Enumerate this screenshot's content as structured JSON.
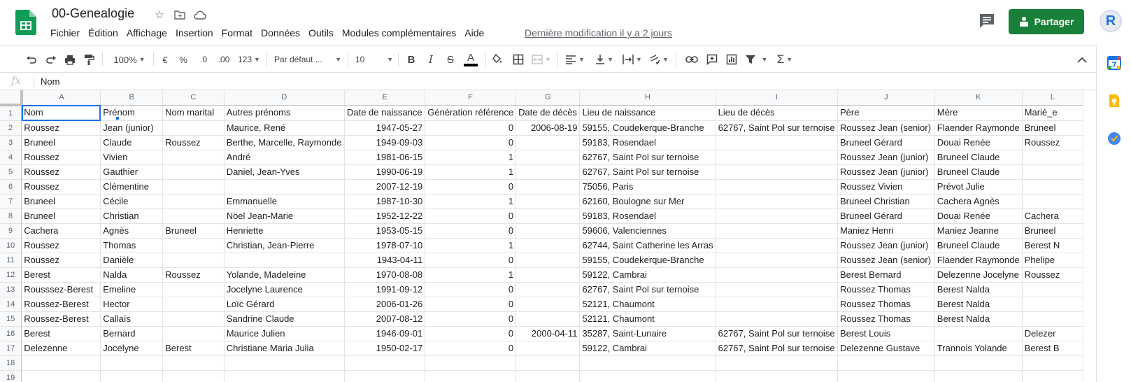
{
  "doc": {
    "title": "00-Genealogie"
  },
  "menu": [
    "Fichier",
    "Édition",
    "Affichage",
    "Insertion",
    "Format",
    "Données",
    "Outils",
    "Modules complémentaires",
    "Aide"
  ],
  "last_edit": "Dernière modification il y a 2 jours",
  "share_label": "Partager",
  "avatar_letter": "R",
  "toolbar": {
    "zoom": "100%",
    "currency": "€",
    "percent": "%",
    "dec_less": ".0",
    "dec_more": ".00",
    "format_more": "123",
    "font": "Par défaut ...",
    "font_size": "10",
    "bold": "B",
    "italic": "I",
    "strike": "S",
    "text_color": "A",
    "sigma": "Σ"
  },
  "formula": {
    "fx": "fx",
    "value": "Nom"
  },
  "colors": {
    "accent": "#1a73e8",
    "share": "#188038",
    "sheets_green": "#0f9d58"
  },
  "grid": {
    "columns": [
      "A",
      "B",
      "C",
      "D",
      "E",
      "F",
      "G",
      "H",
      "I",
      "J",
      "K",
      "L"
    ],
    "rows": [
      [
        "Nom",
        "Prénom",
        "Nom marital",
        "Autres prénoms",
        "Date de naissance",
        "Génération référence",
        "Date de décès",
        "Lieu de naissance",
        "Lieu de décès",
        "Père",
        "Mère",
        "Marié_e"
      ],
      [
        "Roussez",
        "Jean (junior)",
        "",
        "Maurice, René",
        "1947-05-27",
        "0",
        "2006-08-19",
        "59155, Coudekerque-Branche",
        "62767, Saint Pol sur ternoise",
        "Roussez Jean (senior)",
        "Flaender Raymonde",
        "Bruneel"
      ],
      [
        "Bruneel",
        "Claude",
        "Roussez",
        "Berthe, Marcelle, Raymonde",
        "1949-09-03",
        "0",
        "",
        "59183, Rosendael",
        "",
        "Bruneel Gérard",
        "Douai Renée",
        "Roussez"
      ],
      [
        "Roussez",
        "Vivien",
        "",
        "André",
        "1981-06-15",
        "1",
        "",
        "62767, Saint Pol sur ternoise",
        "",
        "Roussez Jean (junior)",
        "Bruneel Claude",
        ""
      ],
      [
        "Roussez",
        "Gauthier",
        "",
        "Daniel, Jean-Yves",
        "1990-06-19",
        "1",
        "",
        "62767, Saint Pol sur ternoise",
        "",
        "Roussez Jean (junior)",
        "Bruneel Claude",
        ""
      ],
      [
        "Roussez",
        "Clémentine",
        "",
        "",
        "2007-12-19",
        "0",
        "",
        "75056, Paris",
        "",
        "Roussez Vivien",
        "Prévot Julie",
        ""
      ],
      [
        "Bruneel",
        "Cécile",
        "",
        "Emmanuelle",
        "1987-10-30",
        "1",
        "",
        "62160, Boulogne sur Mer",
        "",
        "Bruneel Christian",
        "Cachera Agnès",
        ""
      ],
      [
        "Bruneel",
        "Christian",
        "",
        "Nöel Jean-Marie",
        "1952-12-22",
        "0",
        "",
        "59183, Rosendael",
        "",
        "Bruneel Gérard",
        "Douai Renée",
        "Cachera"
      ],
      [
        "Cachera",
        "Agnès",
        "Bruneel",
        "Henriette",
        "1953-05-15",
        "0",
        "",
        "59606, Valenciennes",
        "",
        "Maniez Henri",
        "Maniez Jeanne",
        "Bruneel"
      ],
      [
        "Roussez",
        "Thomas",
        "",
        "Christian, Jean-Pierre",
        "1978-07-10",
        "1",
        "",
        "62744, Saint Catherine les Arras",
        "",
        "Roussez Jean (junior)",
        "Bruneel Claude",
        "Berest N"
      ],
      [
        "Roussez",
        "Danièle",
        "",
        "",
        "1943-04-11",
        "0",
        "",
        "59155, Coudekerque-Branche",
        "",
        "Roussez Jean (senior)",
        "Flaender Raymonde",
        "Phelipe"
      ],
      [
        "Berest",
        "Nalda",
        "Roussez",
        "Yolande, Madeleine",
        "1970-08-08",
        "1",
        "",
        "59122, Cambrai",
        "",
        "Berest Bernard",
        "Delezenne Jocelyne",
        "Roussez"
      ],
      [
        "Rousssez-Berest",
        "Emeline",
        "",
        "Jocelyne Laurence",
        "1991-09-12",
        "0",
        "",
        "62767, Saint Pol sur ternoise",
        "",
        "Roussez Thomas",
        "Berest Nalda",
        ""
      ],
      [
        "Roussez-Berest",
        "Hector",
        "",
        "Loïc Gérard",
        "2006-01-26",
        "0",
        "",
        "52121, Chaumont",
        "",
        "Roussez Thomas",
        "Berest Nalda",
        ""
      ],
      [
        "Roussez-Berest",
        "Callaïs",
        "",
        "Sandrine Claude",
        "2007-08-12",
        "0",
        "",
        "52121, Chaumont",
        "",
        "Roussez Thomas",
        "Berest Nalda",
        ""
      ],
      [
        "Berest",
        "Bernard",
        "",
        "Maurice Julien",
        "1946-09-01",
        "0",
        "2000-04-11",
        "35287, Saint-Lunaire",
        "62767, Saint Pol sur ternoise",
        "Berest Louis",
        "",
        "Delezer"
      ],
      [
        "Delezenne",
        "Jocelyne",
        "Berest",
        "Christiane Maria Julia",
        "1950-02-17",
        "0",
        "",
        "59122, Cambrai",
        "62767, Saint Pol sur ternoise",
        "Delezenne Gustave",
        "Trannois Yolande",
        "Berest B"
      ],
      [
        "",
        "",
        "",
        "",
        "",
        "",
        "",
        "",
        "",
        "",
        "",
        ""
      ],
      [
        "",
        "",
        "",
        "",
        "",
        "",
        "",
        "",
        "",
        "",
        "",
        ""
      ]
    ]
  }
}
